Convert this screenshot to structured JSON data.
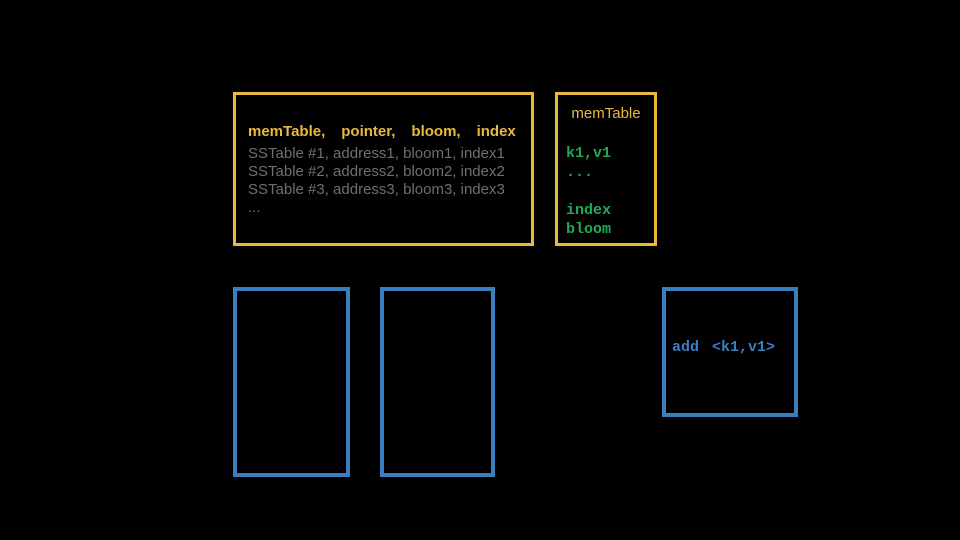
{
  "colors": {
    "background": "#000000",
    "yellow": "#E9B93C",
    "gray": "#6F6F6F",
    "green": "#1FAB54",
    "blue": "#3D7EBF"
  },
  "catalog_box": {
    "header_columns": [
      "memTable,",
      "pointer,",
      "bloom,",
      "index"
    ],
    "rows": [
      "SSTable #1, address1, bloom1, index1",
      "SSTable #2, address2, bloom2, index2",
      "SSTable #3, address3, bloom3, index3"
    ],
    "ellipsis": "..."
  },
  "memtable_box": {
    "title": "memTable",
    "entries": [
      "k1,v1",
      "..."
    ],
    "structures": [
      "index",
      "bloom"
    ]
  },
  "add_box": {
    "verb": "add",
    "argument": "<k1,v1>"
  }
}
